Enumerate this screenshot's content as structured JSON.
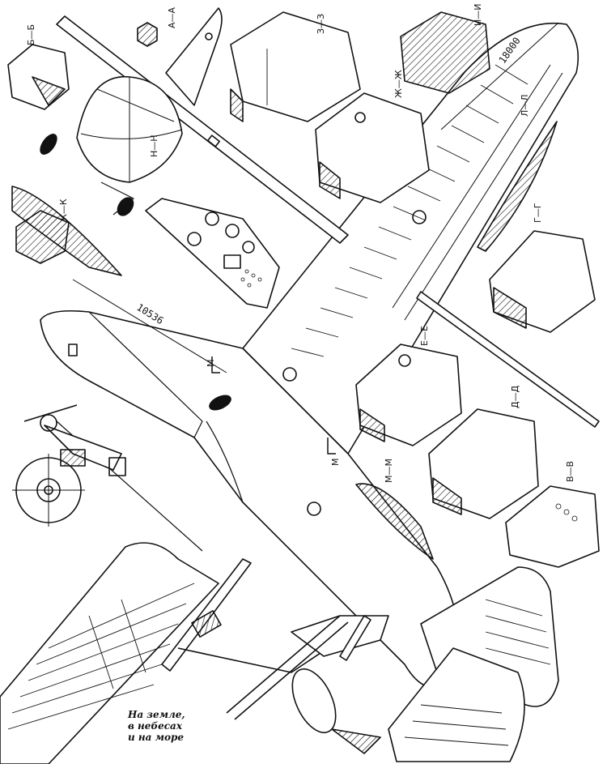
{
  "section_labels": {
    "aa": "А—А",
    "bb": "Б—Б",
    "vv": "В—В",
    "gg": "Г—Г",
    "dd": "Д—Д",
    "ee": "Е—Е",
    "zhzh": "Ж—Ж",
    "zz": "З—З",
    "ii": "И—И",
    "kk": "К—К",
    "ll": "Л—Л",
    "mm": "М—М",
    "nn": "Н—Н",
    "m_left": "М",
    "m_right": "М"
  },
  "dimensions": {
    "span": "18000",
    "length": "10536"
  },
  "caption": {
    "line1": "На земле,",
    "line2": "в небесах",
    "line3": "и на море"
  }
}
